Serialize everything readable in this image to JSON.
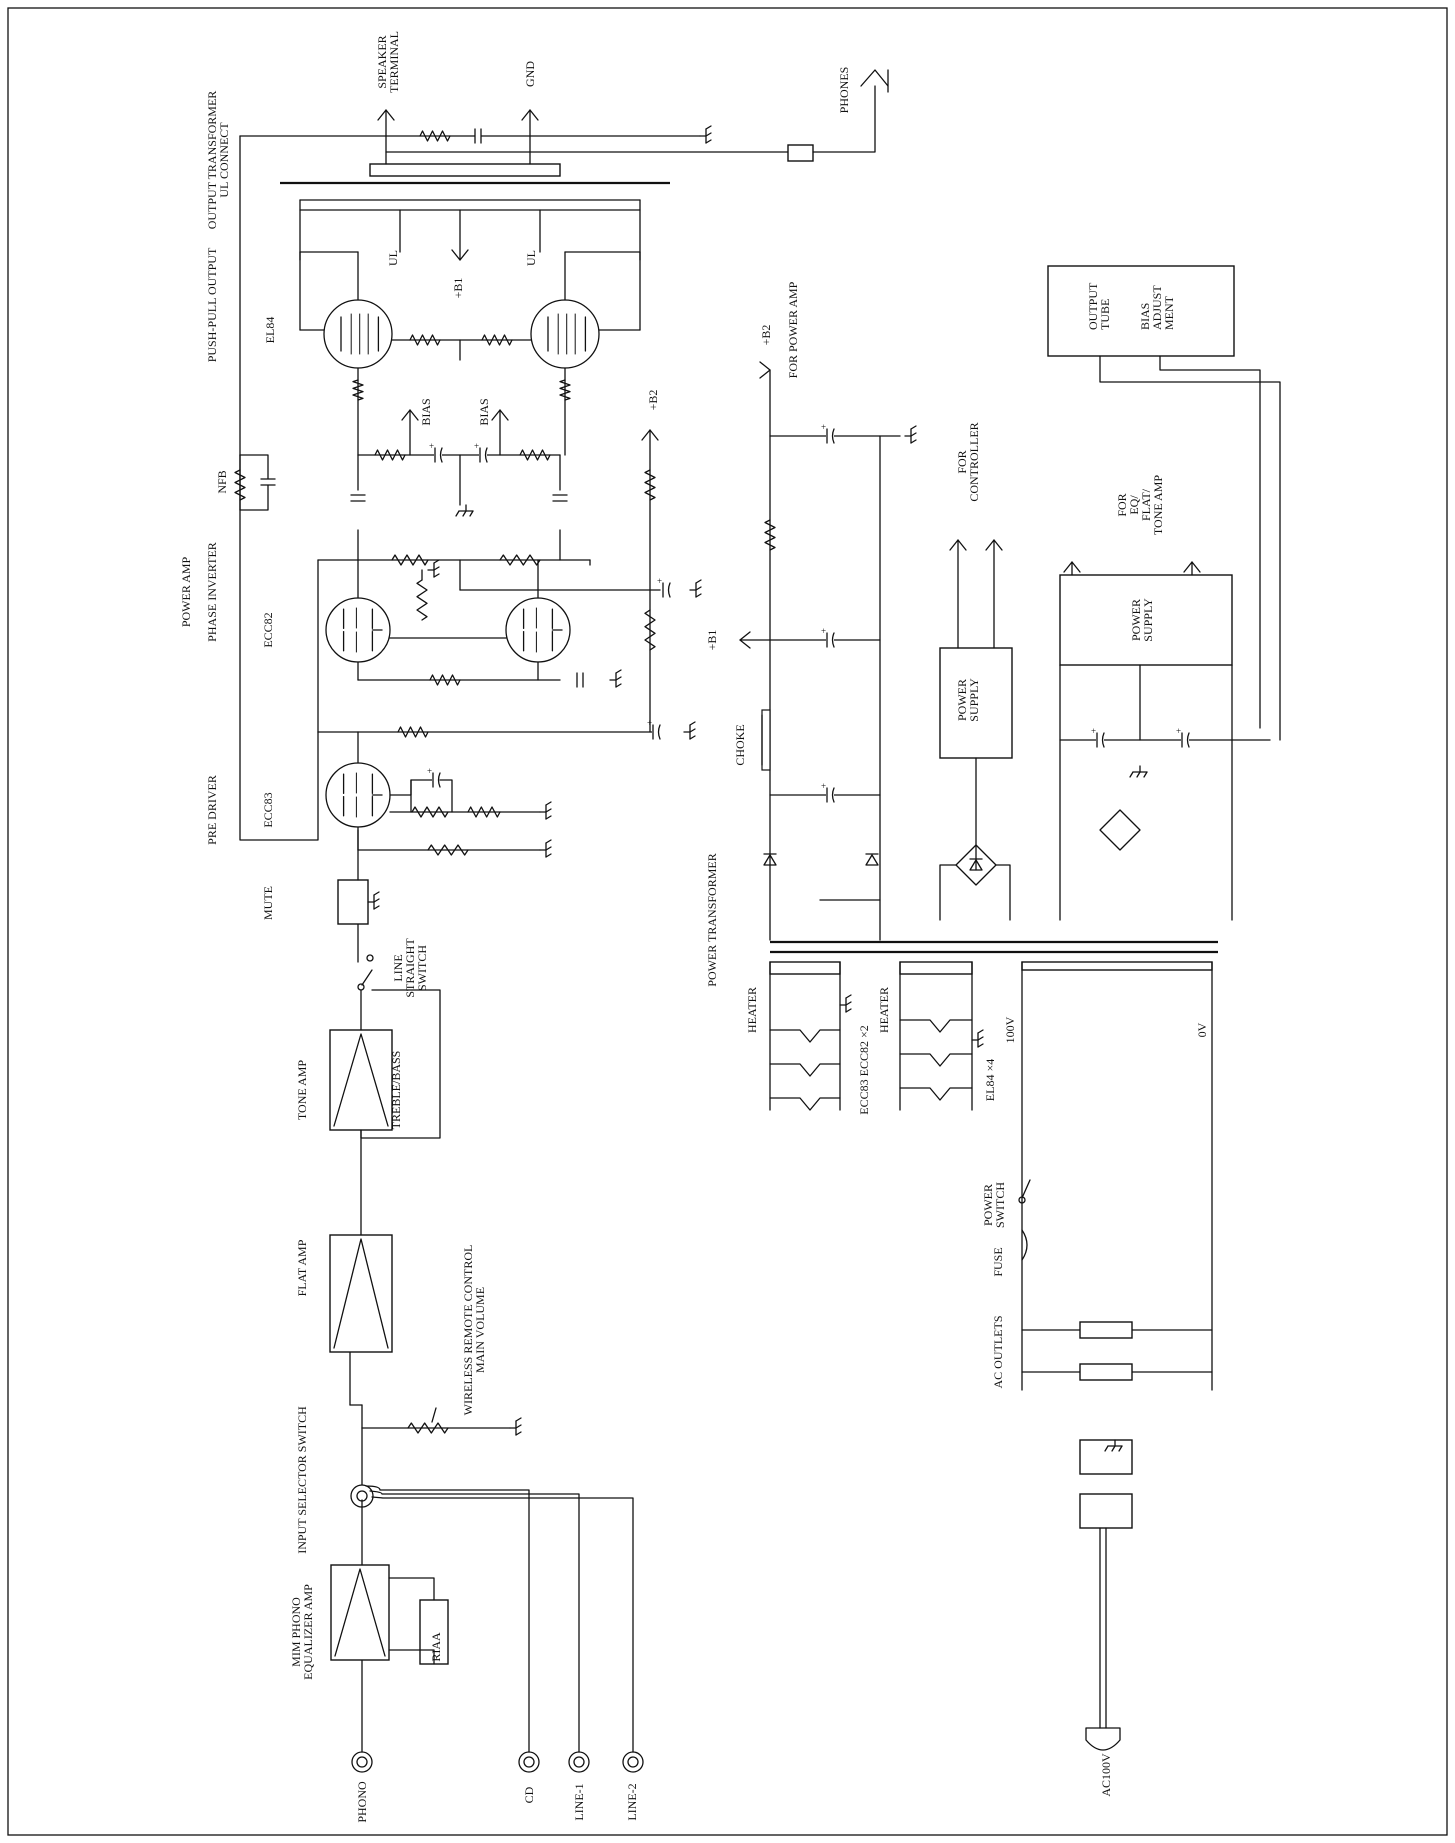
{
  "labels": {
    "speaker_terminal": [
      "SPEAKER",
      "TERMINAL"
    ],
    "gnd": "GND",
    "phones": "PHONES",
    "output_transformer": [
      "OUTPUT TRANSFORMER",
      "UL CONNECT"
    ],
    "push_pull_output": "PUSH-PULL OUTPUT",
    "ul_left": "UL",
    "ul_right": "UL",
    "plus_b1_top": "+B1",
    "el84": "EL84",
    "bias_1": "BIAS",
    "bias_2": "BIAS",
    "plus_b2_rail": "+B2",
    "nfb": "NFB",
    "power_amp": "POWER AMP",
    "phase_inverter": "PHASE INVERTER",
    "ecc82": "ECC82",
    "pre_driver": "PRE DRIVER",
    "ecc83": "ECC83",
    "mute": "MUTE",
    "line_straight_switch": [
      "LINE",
      "STRAIGHT",
      "SWITCH"
    ],
    "tone_amp": "TONE AMP",
    "treble_bass": "TREBLE/BASS",
    "flat_amp": "FLAT AMP",
    "volume": [
      "WIRELESS REMOTE CONTROL",
      "MAIN VOLUME"
    ],
    "input_selector": "INPUT SELECTOR SWITCH",
    "phono_eq": [
      "MIM PHONO",
      "EQUALIZER AMP"
    ],
    "riaa": "RIAA",
    "phono": "PHONO",
    "cd": "CD",
    "line1": "LINE-1",
    "line2": "LINE-2",
    "plus_b2_psu": "+B2",
    "for_power_amp": "FOR POWER AMP",
    "plus_b1_psu": "+B1",
    "choke": "CHOKE",
    "power_transformer": "POWER TRANSFORMER",
    "for_controller": [
      "FOR",
      "CONTROLLER"
    ],
    "power_supply_1": [
      "POWER",
      "SUPPLY"
    ],
    "for_eq": [
      "FOR",
      "EQ/",
      "FLAT/",
      "TONE AMP"
    ],
    "power_supply_2": [
      "POWER",
      "SUPPLY"
    ],
    "output_tube": [
      "OUTPUT",
      "TUBE"
    ],
    "bias_adjustment": [
      "BIAS",
      "ADJUST",
      "MENT"
    ],
    "heater_1": "HEATER",
    "heater_2": "HEATER",
    "heater_ecc": "ECC83 ECC82 ×2",
    "heater_el84": "EL84 ×4",
    "v100": "100V",
    "v0": "0V",
    "power_switch": [
      "POWER",
      "SWITCH"
    ],
    "fuse": "FUSE",
    "ac_outlets": "AC   OUTLETS",
    "ac100v": "AC100V"
  },
  "colors": {
    "line": "#111111",
    "background": "#ffffff"
  },
  "icons": [
    "tube-icon",
    "resistor-icon",
    "capacitor-icon",
    "ground-icon",
    "diode-icon",
    "jack-icon",
    "arrow-icon",
    "plug-icon"
  ]
}
